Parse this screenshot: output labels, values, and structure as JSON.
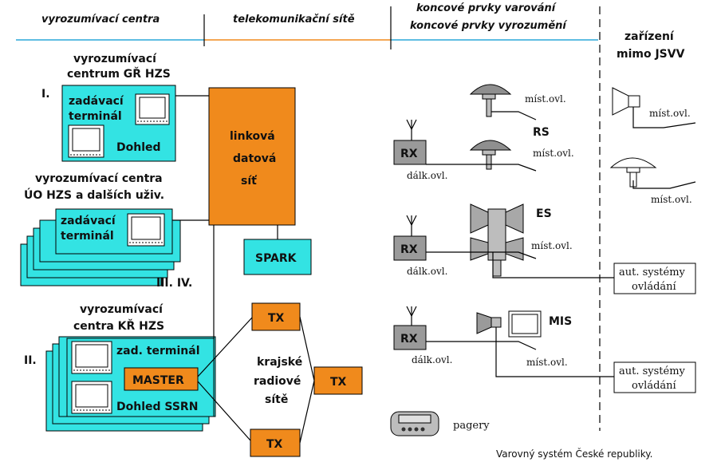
{
  "headers": {
    "col1": "vyrozumívací centra",
    "col2": "telekomunikační sítě",
    "col3_line1": "koncové prvky varování",
    "col3_line2": "koncové prvky vyrozumění",
    "col4_line1": "zařízení",
    "col4_line2": "mimo JSVV"
  },
  "centers": {
    "gr_title1": "vyrozumívací",
    "gr_title2": "centrum GŘ HZS",
    "gr_roman": "I.",
    "gr_terminal1": "zadávací",
    "gr_terminal2": "terminál",
    "gr_dohled": "Dohled",
    "uo_title1": "vyrozumívací centra",
    "uo_title2": "ÚO HZS a dalších uživ.",
    "uo_terminal1": "zadávací",
    "uo_terminal2": "terminál",
    "uo_roman": "III. IV.",
    "kr_title1": "vyrozumívací",
    "kr_title2": "centra  KŘ HZS",
    "kr_roman": "II.",
    "kr_terminal": "zad. terminál",
    "kr_master": "MASTER",
    "kr_dohled": "Dohled SSRN"
  },
  "network": {
    "linkova1": "linková",
    "linkova2": "datová",
    "linkova3": "síť",
    "spark": "SPARK",
    "tx": "TX",
    "krajske1": "krajské",
    "krajske2": "radiové",
    "krajske3": "sítě"
  },
  "terminals": {
    "rx": "RX",
    "rs": "RS",
    "es": "ES",
    "mis": "MIS",
    "mist_ovl": "míst.ovl.",
    "dalk_ovl": "dálk.ovl.",
    "pagery": "pagery",
    "aut1": "aut. systémy",
    "aut2": "ovládání"
  },
  "caption": "Varovný systém České republiky.",
  "colors": {
    "cyan": "#33e3e3",
    "orange": "#f08a1c",
    "header_line": "#2aa7d8",
    "header_line_orange": "#f08a1c",
    "gray": "#9a9a9a"
  }
}
